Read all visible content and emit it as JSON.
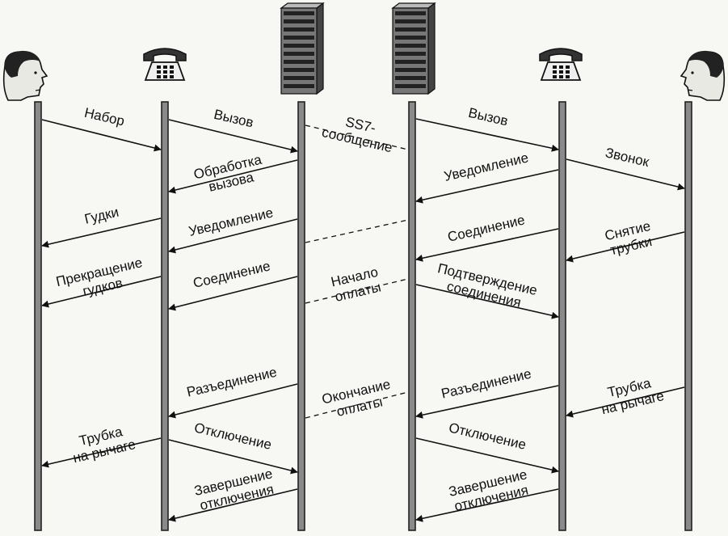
{
  "actors": [
    {
      "id": "caller",
      "icon": "person-right-icon"
    },
    {
      "id": "phone_a",
      "icon": "telephone-icon"
    },
    {
      "id": "switch_a",
      "icon": "server-icon"
    },
    {
      "id": "switch_b",
      "icon": "server-icon"
    },
    {
      "id": "phone_b",
      "icon": "telephone-icon"
    },
    {
      "id": "callee",
      "icon": "person-left-icon"
    }
  ],
  "messages": [
    {
      "id": "dial",
      "from": "caller",
      "to": "phone_a",
      "lines": [
        "Набор"
      ]
    },
    {
      "id": "call_a",
      "from": "phone_a",
      "to": "switch_a",
      "lines": [
        "Вызов"
      ]
    },
    {
      "id": "call_b",
      "from": "switch_b",
      "to": "phone_b",
      "lines": [
        "Вызов"
      ]
    },
    {
      "id": "ring",
      "from": "phone_b",
      "to": "callee",
      "lines": [
        "Звонок"
      ]
    },
    {
      "id": "processing",
      "from": "switch_a",
      "to": "phone_a",
      "lines": [
        "Обработка",
        "вызова"
      ]
    },
    {
      "id": "notify_b",
      "from": "phone_b",
      "to": "switch_b",
      "lines": [
        "Уведомление"
      ]
    },
    {
      "id": "tones",
      "from": "phone_a",
      "to": "caller",
      "lines": [
        "Гудки"
      ]
    },
    {
      "id": "notify_a",
      "from": "switch_a",
      "to": "phone_a",
      "lines": [
        "Уведомление"
      ]
    },
    {
      "id": "connect_b",
      "from": "phone_b",
      "to": "switch_b",
      "lines": [
        "Соединение"
      ]
    },
    {
      "id": "offhook",
      "from": "callee",
      "to": "phone_b",
      "lines": [
        "Снятие",
        "трубки"
      ]
    },
    {
      "id": "stop_tones",
      "from": "phone_a",
      "to": "caller",
      "lines": [
        "Прекращение",
        "гудков"
      ]
    },
    {
      "id": "connect_a",
      "from": "switch_a",
      "to": "phone_a",
      "lines": [
        "Соединение"
      ]
    },
    {
      "id": "confirm",
      "from": "switch_b",
      "to": "phone_b",
      "lines": [
        "Подтверждение",
        "соединения"
      ]
    },
    {
      "id": "disconnect_a",
      "from": "switch_a",
      "to": "phone_a",
      "lines": [
        "Разъединение"
      ]
    },
    {
      "id": "disconnect_b",
      "from": "phone_b",
      "to": "switch_b",
      "lines": [
        "Разъединение"
      ]
    },
    {
      "id": "onhook_b",
      "from": "callee",
      "to": "phone_b",
      "lines": [
        "Трубка",
        "на рычаге"
      ]
    },
    {
      "id": "onhook_a",
      "from": "phone_a",
      "to": "caller",
      "lines": [
        "Трубка",
        "на рычаге"
      ]
    },
    {
      "id": "release_a",
      "from": "phone_a",
      "to": "switch_a",
      "lines": [
        "Отключение"
      ]
    },
    {
      "id": "release_b",
      "from": "switch_b",
      "to": "phone_b",
      "lines": [
        "Отключение"
      ]
    },
    {
      "id": "release_done_a",
      "from": "switch_a",
      "to": "phone_a",
      "lines": [
        "Завершение",
        "отключения"
      ]
    },
    {
      "id": "release_done_b",
      "from": "phone_b",
      "to": "switch_b",
      "lines": [
        "Завершение",
        "отключения"
      ]
    }
  ],
  "ss7": [
    {
      "id": "ss7_msg",
      "lines": [
        "SS7-",
        "сообщение"
      ]
    },
    {
      "id": "ss7_notify",
      "lines": []
    },
    {
      "id": "billing_start",
      "lines": [
        "Начало",
        "оплаты"
      ]
    },
    {
      "id": "billing_end",
      "lines": [
        "Окончание",
        "оплаты"
      ]
    }
  ]
}
